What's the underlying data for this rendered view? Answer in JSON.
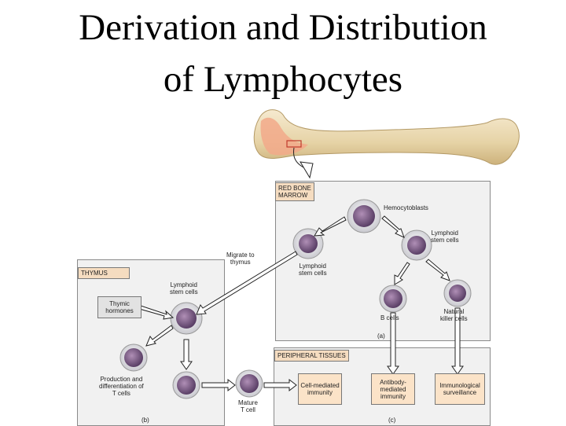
{
  "title": {
    "line1": "Derivation and Distribution",
    "line2": "of Lymphocytes"
  },
  "panels": {
    "marrow": {
      "tag_line1": "RED BONE",
      "tag_line2": "MARROW",
      "letter": "(a)"
    },
    "thymus": {
      "tag": "THYMUS",
      "letter": "(b)"
    },
    "peripheral": {
      "tag": "PERIPHERAL TISSUES",
      "letter": "(c)"
    }
  },
  "labels": {
    "hemocytoblasts": "Hemocytoblasts",
    "lymphoid_right": [
      "Lymphoid",
      "stem cells"
    ],
    "lymphoid_left": [
      "Lymphoid",
      "stem cells"
    ],
    "migrate": [
      "Migrate to",
      "thymus"
    ],
    "b_cells": "B cells",
    "nk_cells": [
      "Natural",
      "killer cells"
    ],
    "thymus_lymphoid": [
      "Lymphoid",
      "stem cells"
    ],
    "thymic_hormones": [
      "Thymic",
      "hormones"
    ],
    "production": [
      "Production and",
      "differentiation of",
      "T cells"
    ],
    "mature": [
      "Mature",
      "T cell"
    ],
    "cell_mediated": [
      "Cell-mediated",
      "immunity"
    ],
    "antibody": [
      "Antibody-",
      "mediated",
      "immunity"
    ],
    "surveillance": [
      "Immunological",
      "surveillance"
    ]
  },
  "colors": {
    "marrow_pink": "#f2a98a",
    "bone": "#eedcb4",
    "tag_fill": "#f5dcc0",
    "cell_nucleus": "#7d5a8a"
  }
}
